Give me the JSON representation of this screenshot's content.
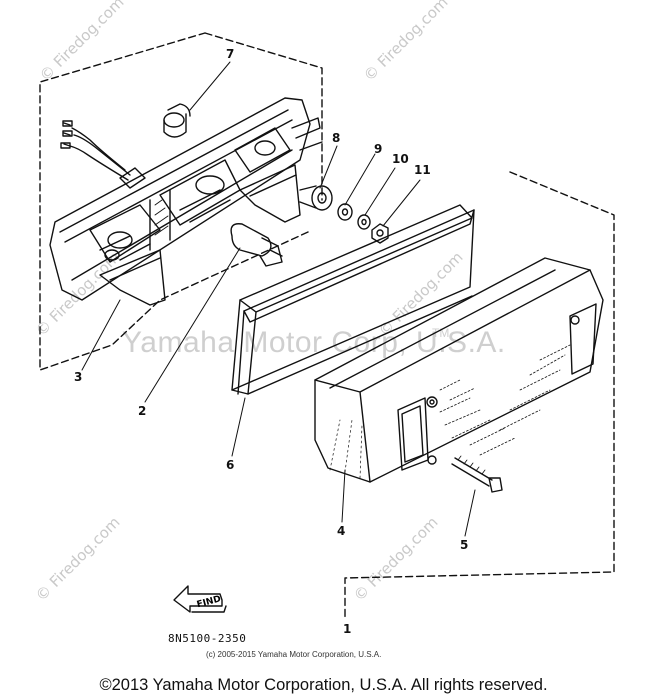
{
  "watermarks": {
    "site": "© Firedog.com",
    "brand": "Yamaha Motor Corp, U.S.A.",
    "tm": "TM"
  },
  "callouts": [
    "1",
    "2",
    "3",
    "4",
    "5",
    "6",
    "7",
    "8",
    "9",
    "10",
    "11"
  ],
  "find_label": "FIND",
  "part_number": "8N5100-2350",
  "inner_copyright": "(c) 2005-2015 Yamaha Motor Corporation, U.S.A.",
  "footer": "©2013 Yamaha Motor Corporation, U.S.A. All rights reserved."
}
